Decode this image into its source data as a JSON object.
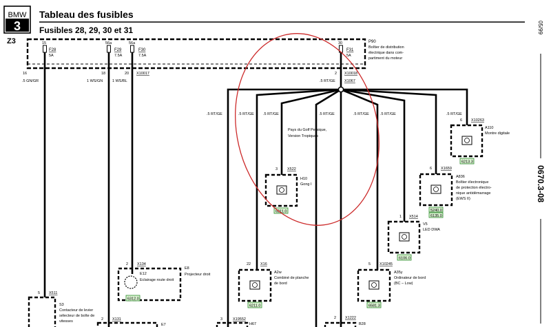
{
  "header": {
    "brand_top": "BMW",
    "brand_num": "3",
    "title": "Tableau des fusibles",
    "subtitle": "Fusibles 28, 29, 30 et 31",
    "model": "Z3",
    "side_date": "05/99",
    "side_code": "0670.3-08"
  },
  "fusebox": {
    "id": "P90",
    "desc": [
      "Boîtier de distribution",
      "électrique dans com-",
      "partiment du moteur"
    ]
  },
  "fuses": [
    {
      "pin": "15",
      "name": "F28",
      "rating": "5A"
    },
    {
      "pin": "56a",
      "name": "F29",
      "rating": "7.5A"
    },
    {
      "pin": "56a",
      "name": "F30",
      "rating": "7.5A"
    },
    {
      "pin": "30",
      "name": "F31",
      "rating": "5A"
    }
  ],
  "fuse_outputs": [
    {
      "pin": "16",
      "wire": ".5 GN/GR"
    },
    {
      "pin": "18",
      "wire": "1 WS/GN"
    },
    {
      "pin": "20",
      "wire": "1 WS/BL",
      "connector": "X10017"
    },
    {
      "pin": "2",
      "connector": "X10018"
    }
  ],
  "splice": {
    "wire": ".5 RT/GE",
    "connector": "X1067"
  },
  "branch_wires": [
    ".5 RT/GE",
    ".5 RT/GE",
    ".5 RT/GE",
    ".5 RT/GE",
    ".5 RT/GE",
    ".5 RT/GE",
    ".5 RT/GE"
  ],
  "note": [
    "Pays du Golf Persique,",
    "Version Tropiques"
  ],
  "components": {
    "h10": {
      "pin": "3",
      "connector": "X522",
      "id": "H10",
      "name": [
        "Gong I"
      ],
      "ref": "6211.0"
    },
    "a110": {
      "pin": "6",
      "connector": "X10263",
      "id": "A110",
      "name": [
        "Montre digitale"
      ],
      "ref": "6213.3"
    },
    "a836": {
      "pin": "6",
      "connector": "X1659",
      "id": "A836",
      "name": [
        "Boîtier électronique",
        "de protection électro-",
        "nique antidémarrage",
        "(EWS II)"
      ],
      "ref1": "5240.0",
      "ref2": "6135.0"
    },
    "v5": {
      "pin": "1",
      "connector": "X514",
      "id": "V5",
      "name": [
        "LED DWA"
      ],
      "ref": "6106.0"
    },
    "a35y": {
      "pin": "5",
      "connector": "X10245",
      "id": "A35y",
      "name": [
        "Ordinateur de bord",
        "(BC – Low)"
      ],
      "ref": "6581.3"
    },
    "a2w": {
      "pin": "22",
      "connector": "X16",
      "id": "A2w",
      "name": [
        "Combiné de planche",
        "de bord"
      ],
      "ref": "6211.0"
    },
    "e12": {
      "pin": "2",
      "connector": "X134",
      "id": "E12",
      "name": [
        "Eclairage route droit"
      ],
      "ref": "6312.0"
    },
    "e8": {
      "id": "E8",
      "name": [
        "Projecteur droit"
      ]
    },
    "s3": {
      "pin": "5",
      "connector": "X511",
      "id": "S3",
      "name": [
        "Contacteur de levier",
        "sélecteur de boîte de",
        "vitesses"
      ]
    },
    "e7": {
      "pin": "2",
      "connector": "X131",
      "id": "E7"
    },
    "h67": {
      "pin": "3",
      "connector": "X19552",
      "id": "H67"
    },
    "b28": {
      "pin": "2",
      "connector": "X1222",
      "id": "B28"
    }
  }
}
